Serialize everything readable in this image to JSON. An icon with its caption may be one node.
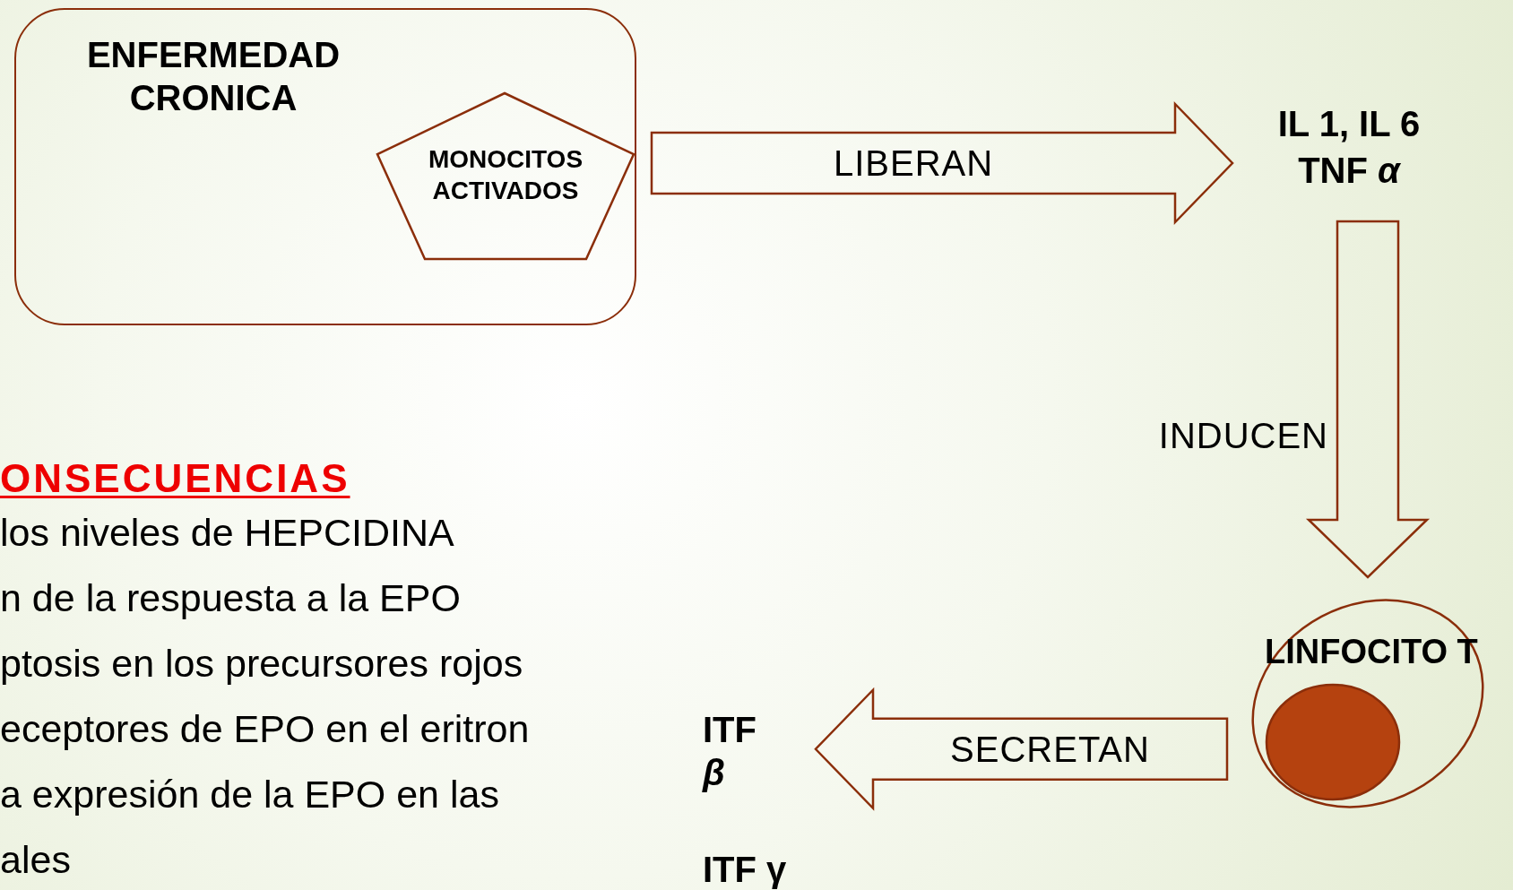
{
  "diagram": {
    "nodes": [
      {
        "text": [
          "ENFERMEDAD CRONICA"
        ]
      },
      {
        "text": [
          "MONOCITOS ACTIVADOS"
        ],
        "in": 0
      },
      {
        "text": [
          "IL 1, IL 6 TNF *α*"
        ]
      },
      {
        "text": [
          "LINFOCITO T"
        ]
      },
      {
        "text": [
          "ITF *β*",
          "ITF γ"
        ]
      }
    ],
    "edges": [
      {
        "from": 1,
        "to": 2,
        "arrow": "to",
        "label": "LIBERAN"
      },
      {
        "from": 2,
        "to": 3,
        "arrow": "to",
        "label": "INDUCEN"
      },
      {
        "from": 3,
        "to": 4,
        "arrow": "to",
        "label": "SECRETAN"
      }
    ],
    "labels": [
      "ONSECUENCIAS",
      "los niveles de HEPCIDINA",
      "n de la respuesta a la EPO",
      "ptosis en los precursores rojos",
      "eceptores de EPO en el eritron",
      "a expresión de la EPO en las",
      "ales"
    ]
  }
}
